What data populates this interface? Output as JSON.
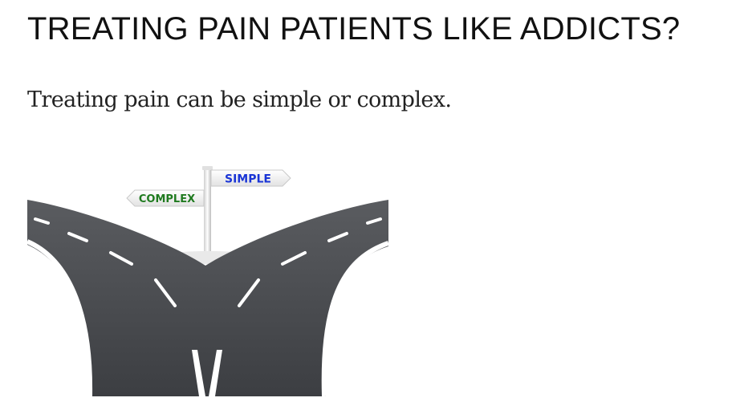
{
  "article": {
    "title": "TREATING PAIN PATIENTS LIKE ADDICTS?",
    "lead": "Treating pain can be simple or complex."
  },
  "illustration": {
    "signs": {
      "left": "COMPLEX",
      "right": "SIMPLE"
    },
    "colors": {
      "road": "#47494d",
      "road_edge": "#ffffff",
      "complex_text": "#1f7a1f",
      "simple_text": "#1a35d6",
      "sign_board": "#f3f3f3",
      "pole": "#dcdcdc"
    }
  }
}
